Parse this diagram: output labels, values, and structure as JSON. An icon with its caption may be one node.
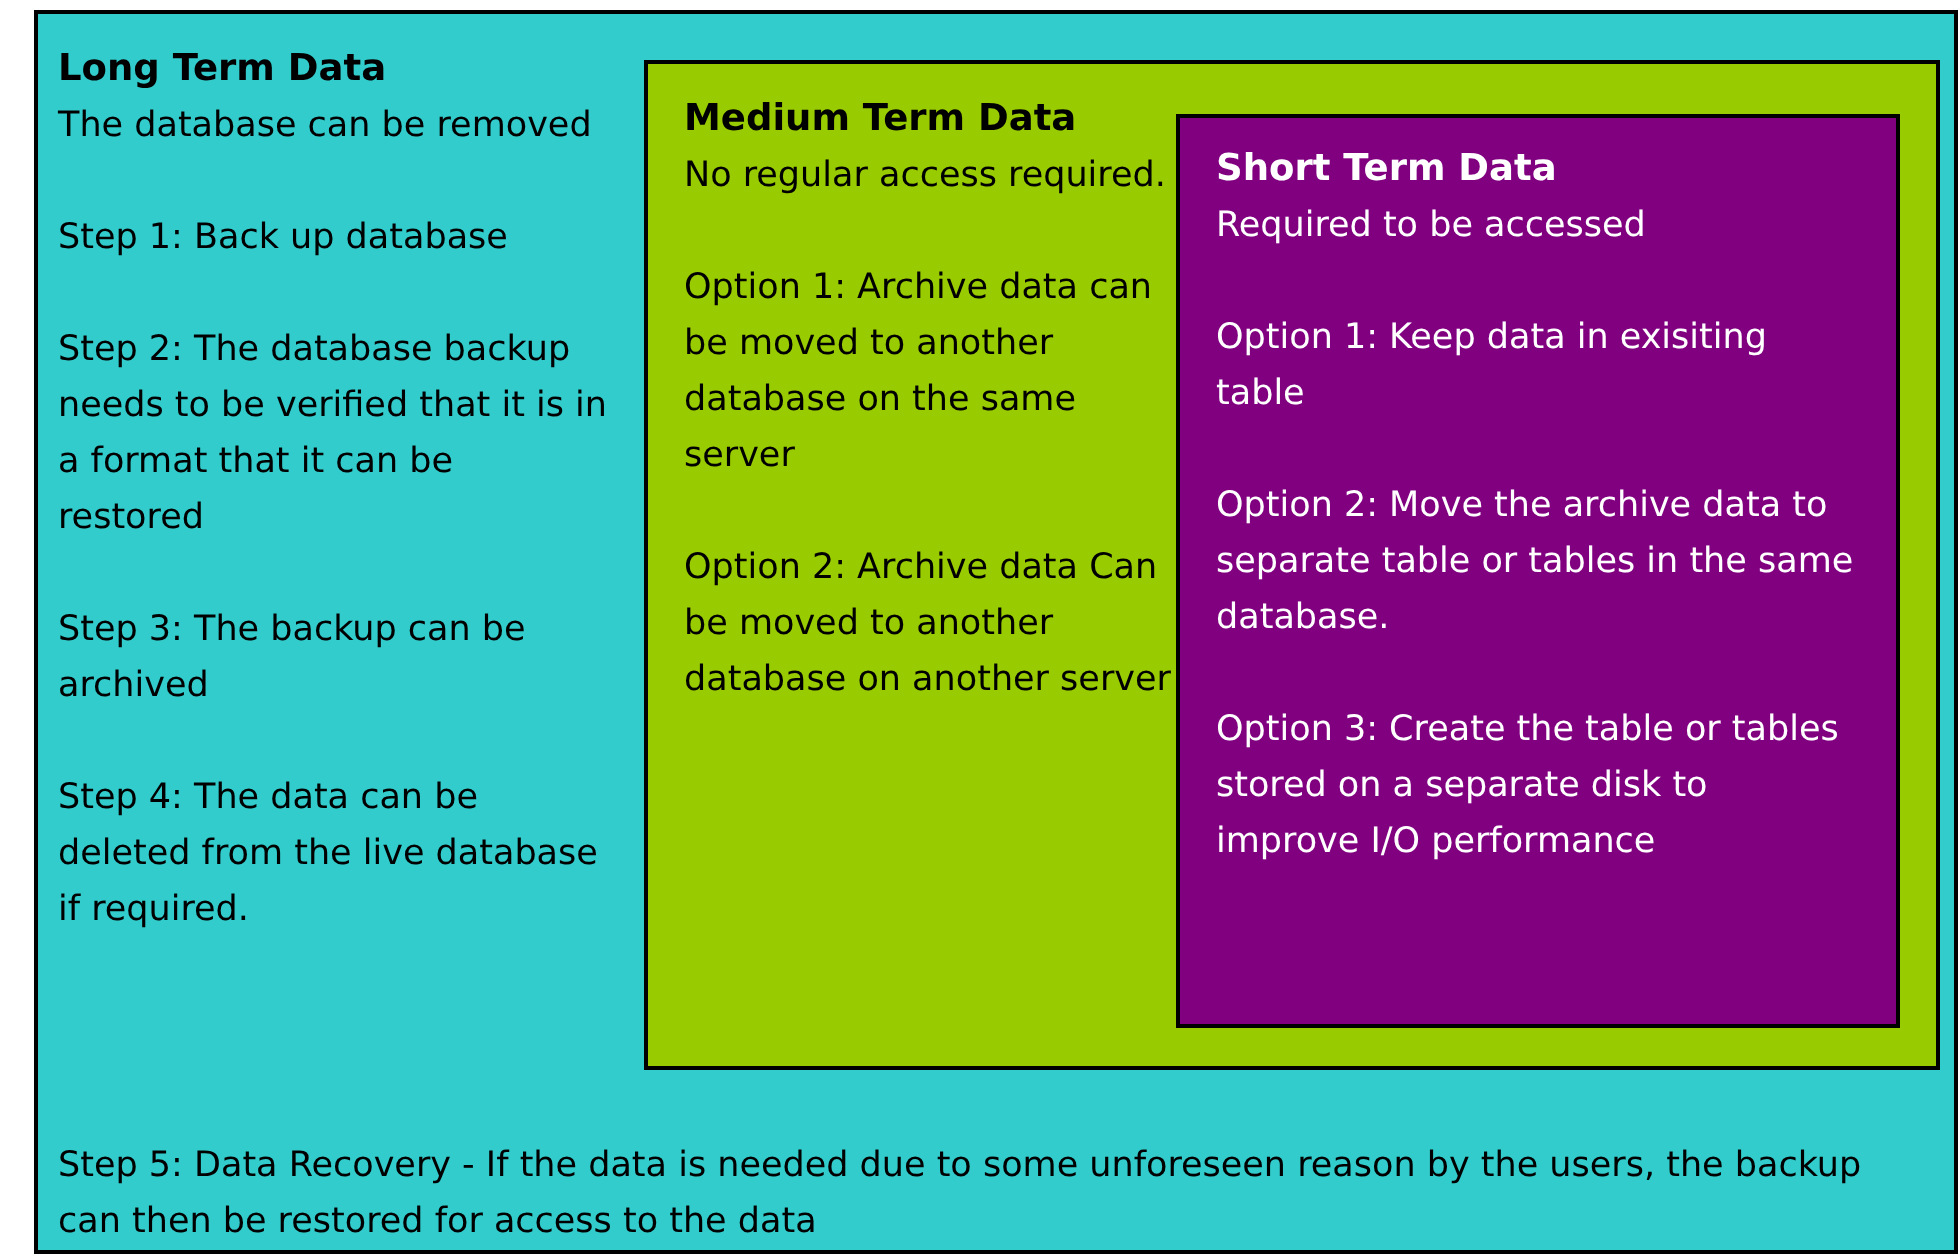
{
  "diagram": {
    "nodes": [
      {
        "text": [
          "Long Term Data",
          "The database can be removed",
          "Step 1: Back up database",
          "Step 2: The database backup needs to be verified that it is in a format that it can be restored",
          "Step 3: The backup can be archived",
          "Step 4: The data can be deleted from the live database if required.",
          "Step 5: Data Recovery - If the data is needed due to some unforeseen reason by the users, the backup can then be restored for access to the data"
        ]
      },
      {
        "text": [
          "Medium Term Data",
          "No regular access required.",
          "Option 1: Archive data can be moved to another database on the same server",
          "Option 2: Archive data Can be moved to another database on another server"
        ],
        "in": 0
      },
      {
        "text": [
          "Short Term Data",
          "Required to be accessed",
          "Option 1: Keep data in exisiting table",
          "Option 2: Move the archive data to separate table or tables in the same database.",
          "Option 3: Create the table or tables stored on a separate disk to improve I/O performance"
        ],
        "in": 1
      }
    ],
    "edges": []
  }
}
